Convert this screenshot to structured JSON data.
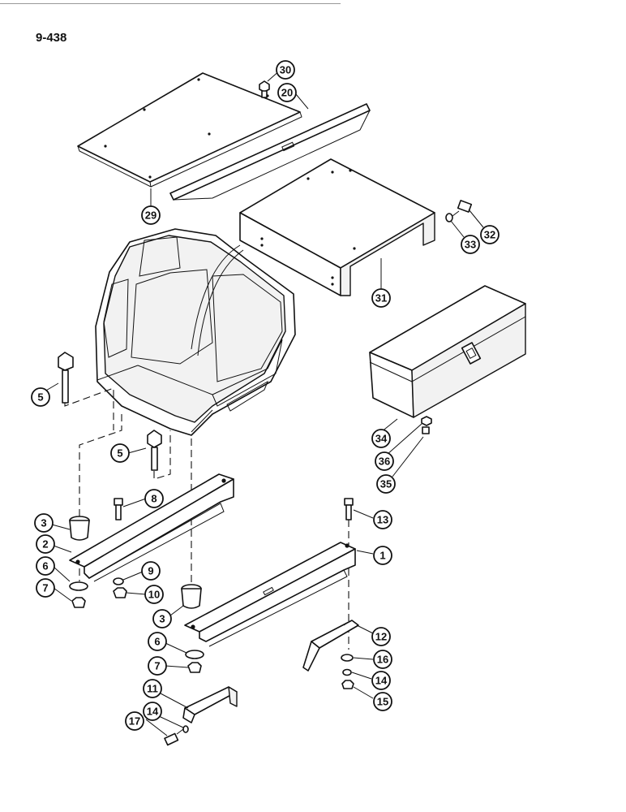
{
  "page": {
    "number": "9-438"
  },
  "callouts": [
    {
      "id": "30",
      "label": "30"
    },
    {
      "id": "20",
      "label": "20"
    },
    {
      "id": "29",
      "label": "29"
    },
    {
      "id": "31",
      "label": "31"
    },
    {
      "id": "32",
      "label": "32"
    },
    {
      "id": "33",
      "label": "33"
    },
    {
      "id": "5a",
      "label": "5"
    },
    {
      "id": "5b",
      "label": "5"
    },
    {
      "id": "34",
      "label": "34"
    },
    {
      "id": "36",
      "label": "36"
    },
    {
      "id": "35",
      "label": "35"
    },
    {
      "id": "8",
      "label": "8"
    },
    {
      "id": "13",
      "label": "13"
    },
    {
      "id": "3a",
      "label": "3"
    },
    {
      "id": "2",
      "label": "2"
    },
    {
      "id": "1",
      "label": "1"
    },
    {
      "id": "6a",
      "label": "6"
    },
    {
      "id": "9",
      "label": "9"
    },
    {
      "id": "7a",
      "label": "7"
    },
    {
      "id": "10",
      "label": "10"
    },
    {
      "id": "3b",
      "label": "3"
    },
    {
      "id": "12",
      "label": "12"
    },
    {
      "id": "6b",
      "label": "6"
    },
    {
      "id": "16",
      "label": "16"
    },
    {
      "id": "7b",
      "label": "7"
    },
    {
      "id": "14a",
      "label": "14"
    },
    {
      "id": "11",
      "label": "11"
    },
    {
      "id": "15",
      "label": "15"
    },
    {
      "id": "14b",
      "label": "14"
    },
    {
      "id": "17",
      "label": "17"
    }
  ]
}
